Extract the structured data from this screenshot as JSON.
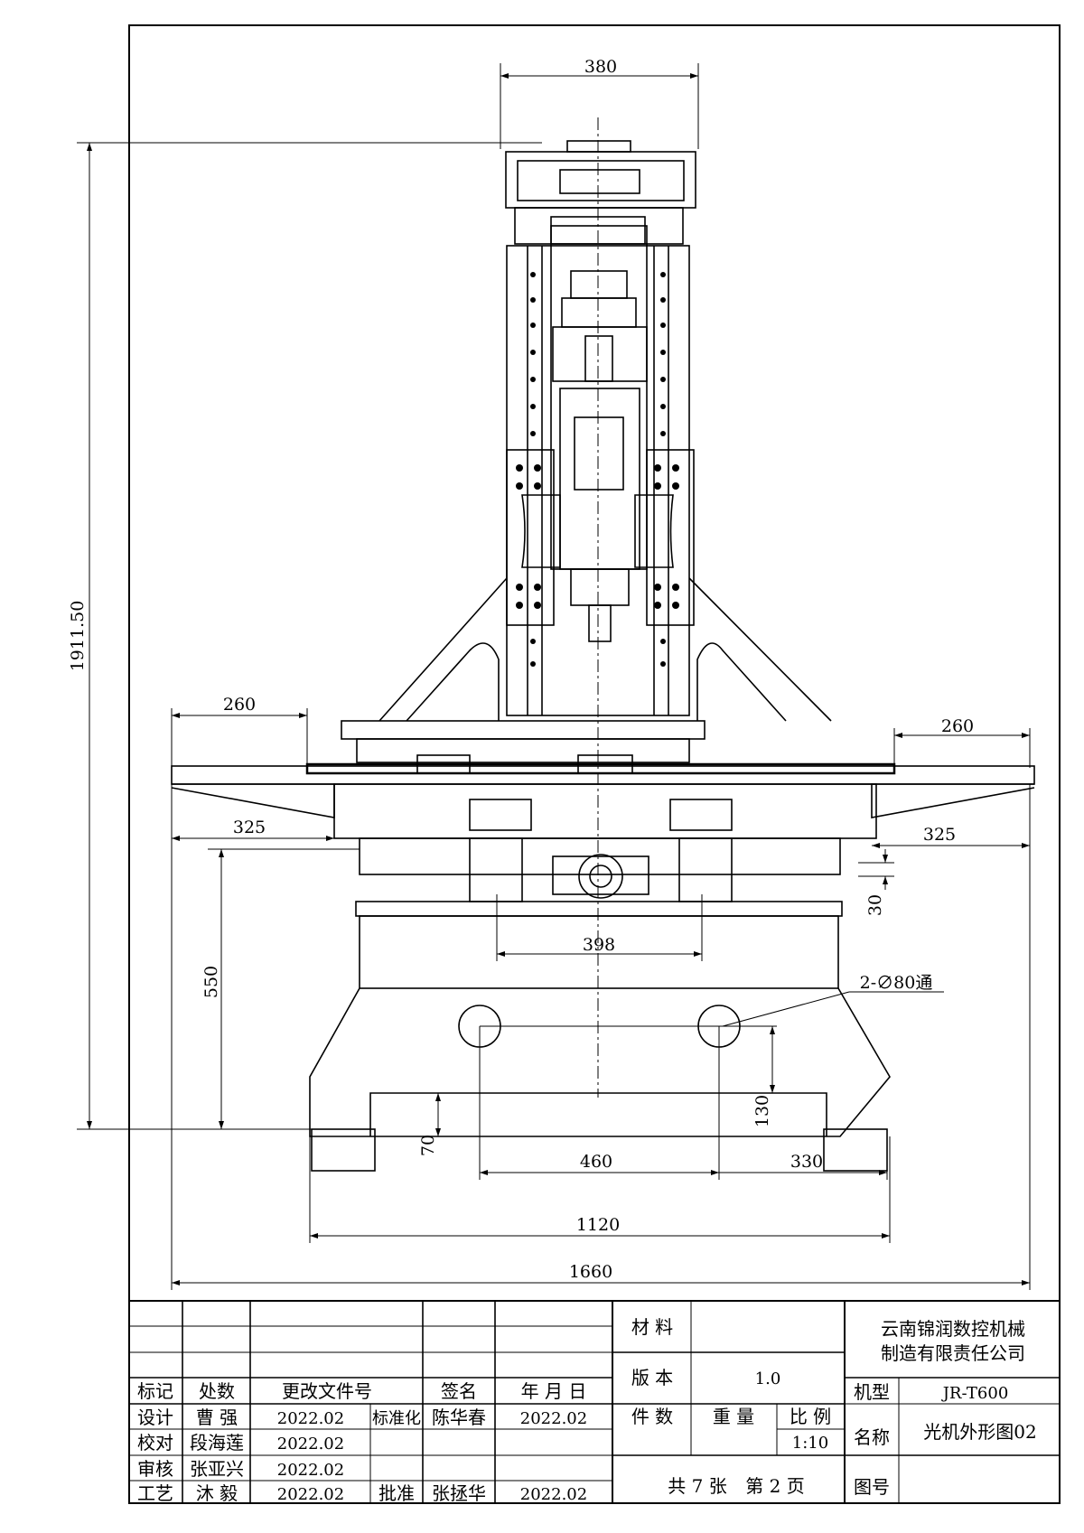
{
  "dimensions": {
    "top_width": "380",
    "total_height": "1911.50",
    "left_table_ext": "260",
    "right_table_ext": "260",
    "left_saddle": "325",
    "right_saddle": "325",
    "saddle_thk": "30",
    "rail_span": "398",
    "base_height": "550",
    "hole_note": "2-∅80通",
    "hole_height": "130",
    "foot_height": "70",
    "hole_span": "460",
    "hole_offset": "330",
    "base_width": "1120",
    "overall_width": "1660"
  },
  "title_block": {
    "header": {
      "mark": "标记",
      "count": "处数",
      "doc": "更改文件号",
      "sign": "签名",
      "date": "年 月 日"
    },
    "rows": [
      {
        "role": "设计",
        "name": "曹  强",
        "date": "2022.02"
      },
      {
        "role": "校对",
        "name": "段海莲",
        "date": "2022.02"
      },
      {
        "role": "审核",
        "name": "张亚兴",
        "date": "2022.02"
      },
      {
        "role": "工艺",
        "name": "沐  毅",
        "date": "2022.02"
      }
    ],
    "std": {
      "role": "标准化",
      "name": "陈华春",
      "date": "2022.02"
    },
    "approve": {
      "role": "批准",
      "name": "张拯华",
      "date": "2022.02"
    },
    "material_label": "材 料",
    "version_label": "版 本",
    "version_value": "1.0",
    "pieces_label": "件 数",
    "weight_label": "重 量",
    "scale_label": "比 例",
    "scale_value": "1:10",
    "sheets": "共 7 张",
    "sheet_no": "第 2 页",
    "company_line1": "云南锦润数控机械",
    "company_line2": "制造有限责任公司",
    "model_label": "机型",
    "model_value": "JR-T600",
    "name_label": "名称",
    "name_value": "光机外形图02",
    "drawing_no_label": "图号"
  }
}
